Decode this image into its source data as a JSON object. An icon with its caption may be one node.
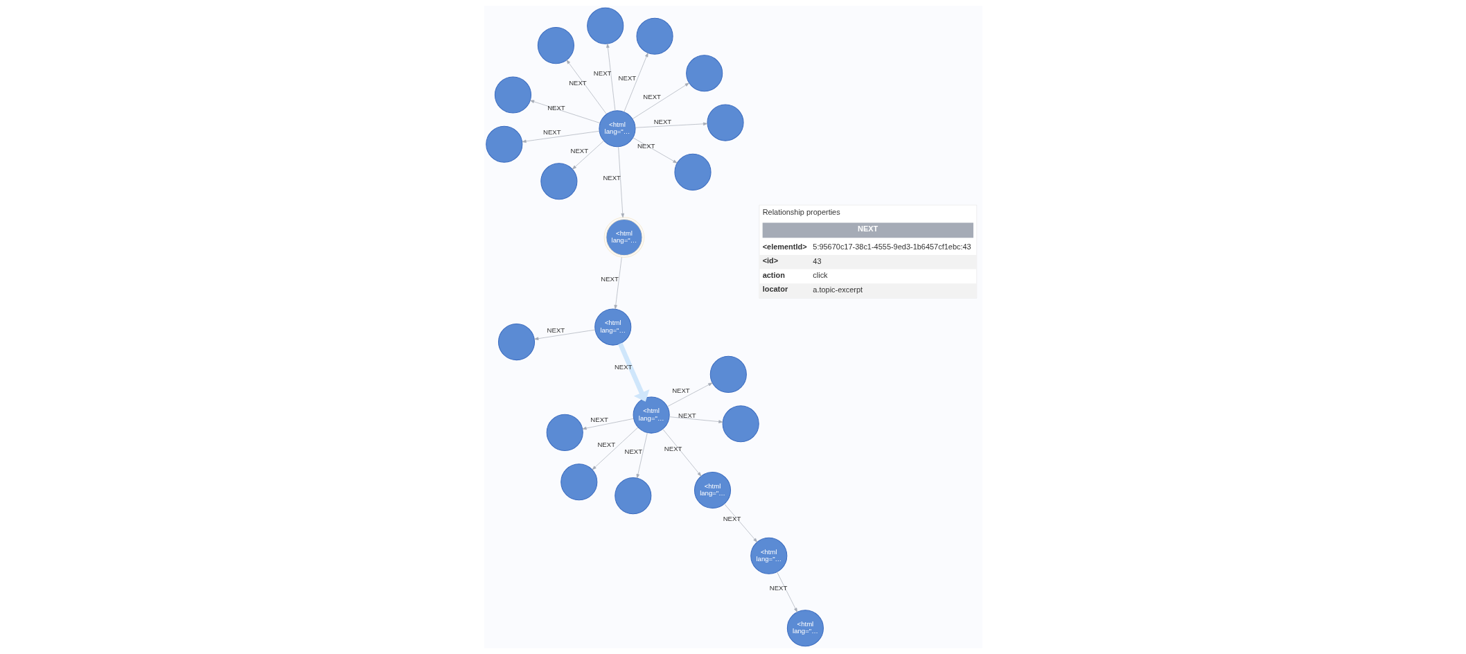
{
  "diagram": {
    "nodes": [
      {
        "text": [],
        "shape": "circle"
      },
      {
        "text": [],
        "shape": "circle"
      },
      {
        "text": [
          "<html lang=\"…"
        ]
      },
      {
        "text": [
          "<html lang=\"…"
        ]
      },
      {
        "text": [],
        "shape": "circle"
      },
      {
        "text": [],
        "shape": "circle"
      },
      {
        "text": [],
        "shape": "circle"
      },
      {
        "text": [
          "<html lang=\"…"
        ]
      },
      {
        "text": [],
        "shape": "circle"
      },
      {
        "text": [
          "<html lang=\"…"
        ]
      },
      {
        "text": [],
        "shape": "circle"
      },
      {
        "text": [],
        "shape": "circle"
      },
      {
        "text": [],
        "shape": "circle"
      },
      {
        "text": [],
        "shape": "circle"
      },
      {
        "text": [],
        "shape": "circle"
      },
      {
        "text": [
          "<html lang=\"…"
        ]
      },
      {
        "text": [
          "<html lang=\"…"
        ]
      },
      {
        "text": [],
        "shape": "circle"
      },
      {
        "text": [],
        "shape": "circle"
      },
      {
        "text": [],
        "shape": "circle"
      },
      {
        "text": [],
        "shape": "circle"
      },
      {
        "text": [
          "<html lang=\"…"
        ]
      }
    ],
    "edges": [
      {
        "from": 3,
        "to": 0,
        "arrow": "to",
        "label": "NEXT"
      },
      {
        "from": 3,
        "to": 1,
        "arrow": "to",
        "label": "NEXT"
      },
      {
        "from": 3,
        "to": 5,
        "arrow": "to",
        "label": "NEXT"
      },
      {
        "from": 3,
        "to": 4,
        "arrow": "to",
        "label": "NEXT"
      },
      {
        "from": 3,
        "to": 8,
        "arrow": "to",
        "label": "NEXT"
      },
      {
        "from": 3,
        "to": 9,
        "arrow": "to",
        "label": "NEXT"
      },
      {
        "from": 2,
        "to": 3,
        "arrow": "to",
        "label": "NEXT",
        "style": "thick",
        "color": "#cfe6fb"
      },
      {
        "from": 2,
        "to": 6,
        "arrow": "to",
        "label": "NEXT"
      },
      {
        "from": 7,
        "to": 2,
        "arrow": "to",
        "label": "NEXT"
      },
      {
        "from": 9,
        "to": 16,
        "arrow": "to",
        "label": "NEXT"
      },
      {
        "from": 16,
        "to": 21,
        "arrow": "to",
        "label": "NEXT"
      },
      {
        "from": 15,
        "to": 7,
        "arrow": "to",
        "label": "NEXT"
      },
      {
        "from": 15,
        "to": 10,
        "arrow": "to",
        "label": "NEXT"
      },
      {
        "from": 15,
        "to": 12,
        "arrow": "to",
        "label": "NEXT"
      },
      {
        "from": 15,
        "to": 11,
        "arrow": "to",
        "label": "NEXT"
      },
      {
        "from": 15,
        "to": 14,
        "arrow": "to",
        "label": "NEXT"
      },
      {
        "from": 15,
        "to": 13,
        "arrow": "to",
        "label": "NEXT"
      },
      {
        "from": 15,
        "to": 18,
        "arrow": "to",
        "label": "NEXT"
      },
      {
        "from": 15,
        "to": 17,
        "arrow": "to",
        "label": "NEXT"
      },
      {
        "from": 15,
        "to": 20,
        "arrow": "to",
        "label": "NEXT"
      },
      {
        "from": 15,
        "to": 19,
        "arrow": "to",
        "label": "NEXT"
      }
    ],
    "labels": [
      "Relationship properties",
      "NEXT",
      "<elementId>",
      "5:95670c17-38c1-4555-9ed3-1b6457cf1ebc:43",
      "<id>",
      "43",
      "action",
      "click",
      "locator",
      "a.topic-excerpt"
    ]
  }
}
